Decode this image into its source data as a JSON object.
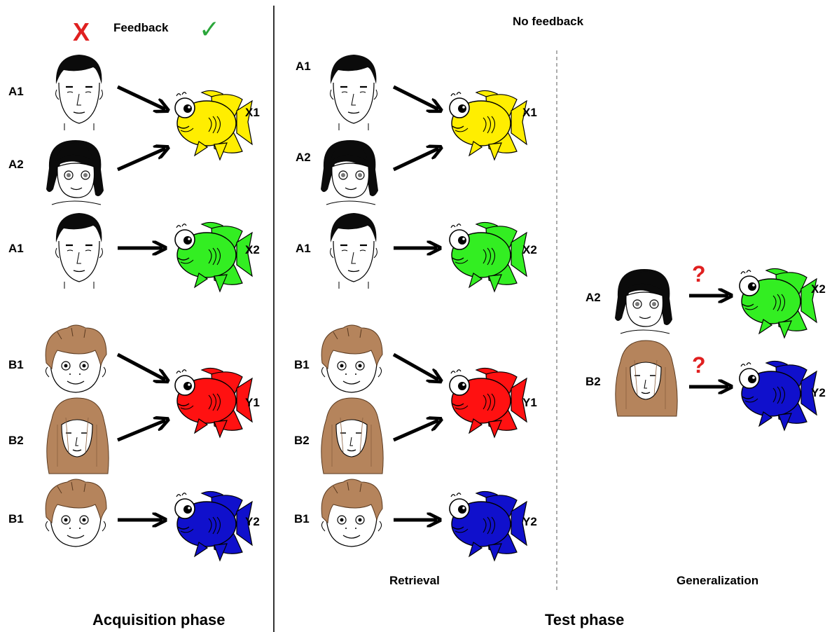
{
  "feedback": {
    "wrong_mark": "X",
    "label": "Feedback",
    "right_mark": "✓",
    "wrong_color": "#e02020",
    "right_color": "#2aa63a"
  },
  "no_feedback_label": "No feedback",
  "phases": {
    "acquisition": "Acquisition phase",
    "test": "Test phase"
  },
  "sections": {
    "retrieval": "Retrieval",
    "generalization": "Generalization"
  },
  "question_mark": "?",
  "colors": {
    "yellow_fish": "#ffee00",
    "green_fish": "#33ee22",
    "red_fish": "#ff1111",
    "blue_fish": "#1010cc",
    "hair_dark": "#0b0b0b",
    "hair_brown": "#b5845c",
    "question": "#e02020"
  },
  "acquisition_rows": [
    {
      "face_label": "A1",
      "face": "man",
      "fish_label": "X1",
      "fish_color": "yellow"
    },
    {
      "face_label": "A2",
      "face": "girl",
      "fish_label": "",
      "fish_color": ""
    },
    {
      "face_label": "A1",
      "face": "man",
      "fish_label": "X2",
      "fish_color": "green"
    },
    {
      "face_label": "B1",
      "face": "boy",
      "fish_label": "Y1",
      "fish_color": "red"
    },
    {
      "face_label": "B2",
      "face": "woman",
      "fish_label": "",
      "fish_color": ""
    },
    {
      "face_label": "B1",
      "face": "boy",
      "fish_label": "Y2",
      "fish_color": "blue"
    }
  ],
  "retrieval_rows": [
    {
      "face_label": "A1",
      "face": "man",
      "fish_label": "X1",
      "fish_color": "yellow"
    },
    {
      "face_label": "A2",
      "face": "girl",
      "fish_label": "",
      "fish_color": ""
    },
    {
      "face_label": "A1",
      "face": "man",
      "fish_label": "X2",
      "fish_color": "green"
    },
    {
      "face_label": "B1",
      "face": "boy",
      "fish_label": "Y1",
      "fish_color": "red"
    },
    {
      "face_label": "B2",
      "face": "woman",
      "fish_label": "",
      "fish_color": ""
    },
    {
      "face_label": "B1",
      "face": "boy",
      "fish_label": "Y2",
      "fish_color": "blue"
    }
  ],
  "generalization_rows": [
    {
      "face_label": "A2",
      "face": "girl",
      "fish_label": "X2",
      "fish_color": "green"
    },
    {
      "face_label": "B2",
      "face": "woman",
      "fish_label": "Y2",
      "fish_color": "blue"
    }
  ]
}
